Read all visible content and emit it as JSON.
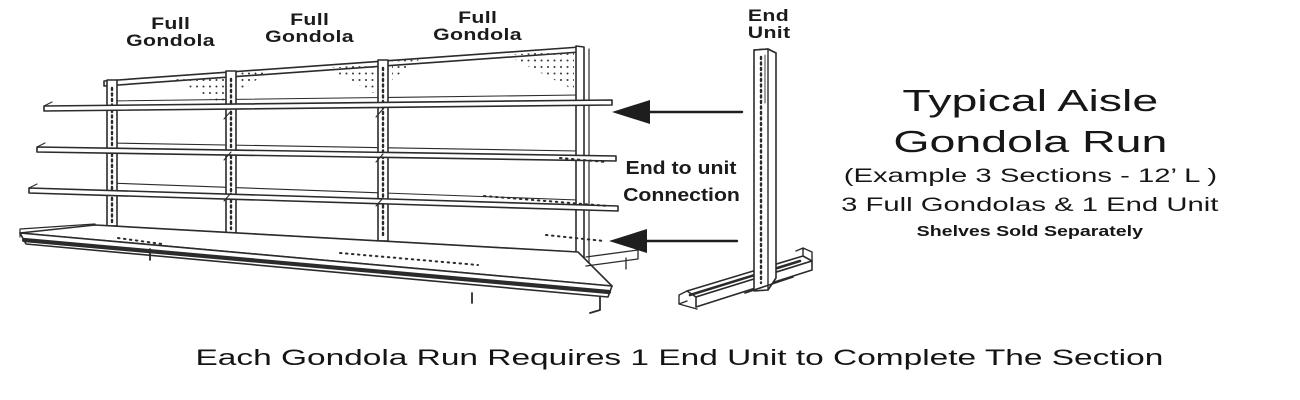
{
  "diagram": {
    "section_labels": [
      {
        "line1": "Full",
        "line2": "Gondola"
      },
      {
        "line1": "Full",
        "line2": "Gondola"
      },
      {
        "line1": "Full",
        "line2": "Gondola"
      }
    ],
    "end_unit_label": {
      "line1": "End",
      "line2": "Unit"
    },
    "connection_label": {
      "line1": "End to unit",
      "line2": "Connection"
    },
    "icons": {
      "connection_arrows": "left-arrow-icon"
    }
  },
  "title": {
    "line1": "Typical Aisle",
    "line2": "Gondola Run",
    "line3": "(Example 3 Sections - 12’ L )",
    "line4": "3 Full Gondolas & 1 End Unit",
    "line5": "Shelves Sold Separately"
  },
  "caption": "Each Gondola Run Requires 1 End Unit to Complete The Section",
  "colors": {
    "ink": "#2b2b2b",
    "background": "#ffffff",
    "arrow_fill": "#1e1e1e"
  }
}
